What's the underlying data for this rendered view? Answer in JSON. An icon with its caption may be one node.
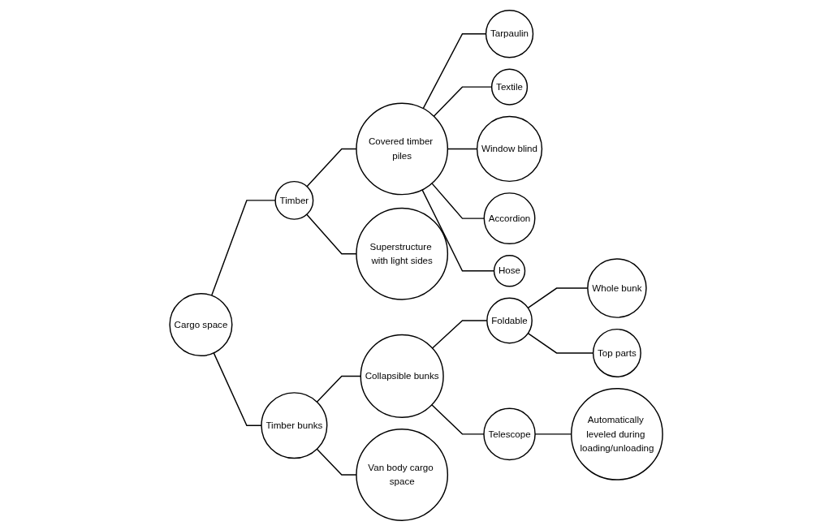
{
  "diagram": {
    "nodes": [
      {
        "text": [
          "Cargo space"
        ]
      },
      {
        "text": [
          "Timber"
        ]
      },
      {
        "text": [
          "Covered timber piles"
        ]
      },
      {
        "text": [
          "Tarpaulin"
        ]
      },
      {
        "text": [
          "Textile"
        ]
      },
      {
        "text": [
          "Window blind"
        ]
      },
      {
        "text": [
          "Accordion"
        ]
      },
      {
        "text": [
          "Hose"
        ]
      },
      {
        "text": [
          "Superstructure with light sides"
        ]
      },
      {
        "text": [
          "Timber bunks"
        ]
      },
      {
        "text": [
          "Collapsible bunks"
        ]
      },
      {
        "text": [
          "Foldable"
        ]
      },
      {
        "text": [
          "Whole bunk"
        ]
      },
      {
        "text": [
          "Top parts"
        ]
      },
      {
        "text": [
          "Telescope"
        ]
      },
      {
        "text": [
          "Automatically leveled during loading/unloading"
        ]
      },
      {
        "text": [
          "Van body cargo space"
        ]
      }
    ],
    "edges": [
      {
        "from": 0,
        "to": 1,
        "arrow": "none"
      },
      {
        "from": 1,
        "to": 2,
        "arrow": "none"
      },
      {
        "from": 2,
        "to": 3,
        "arrow": "none"
      },
      {
        "from": 2,
        "to": 4,
        "arrow": "none"
      },
      {
        "from": 2,
        "to": 5,
        "arrow": "none"
      },
      {
        "from": 2,
        "to": 6,
        "arrow": "none"
      },
      {
        "from": 2,
        "to": 7,
        "arrow": "none"
      },
      {
        "from": 1,
        "to": 8,
        "arrow": "none"
      },
      {
        "from": 0,
        "to": 9,
        "arrow": "none"
      },
      {
        "from": 9,
        "to": 10,
        "arrow": "none"
      },
      {
        "from": 10,
        "to": 11,
        "arrow": "none"
      },
      {
        "from": 11,
        "to": 12,
        "arrow": "none"
      },
      {
        "from": 11,
        "to": 13,
        "arrow": "none"
      },
      {
        "from": 10,
        "to": 14,
        "arrow": "none"
      },
      {
        "from": 14,
        "to": 15,
        "arrow": "none"
      },
      {
        "from": 9,
        "to": 16,
        "arrow": "none"
      }
    ]
  }
}
